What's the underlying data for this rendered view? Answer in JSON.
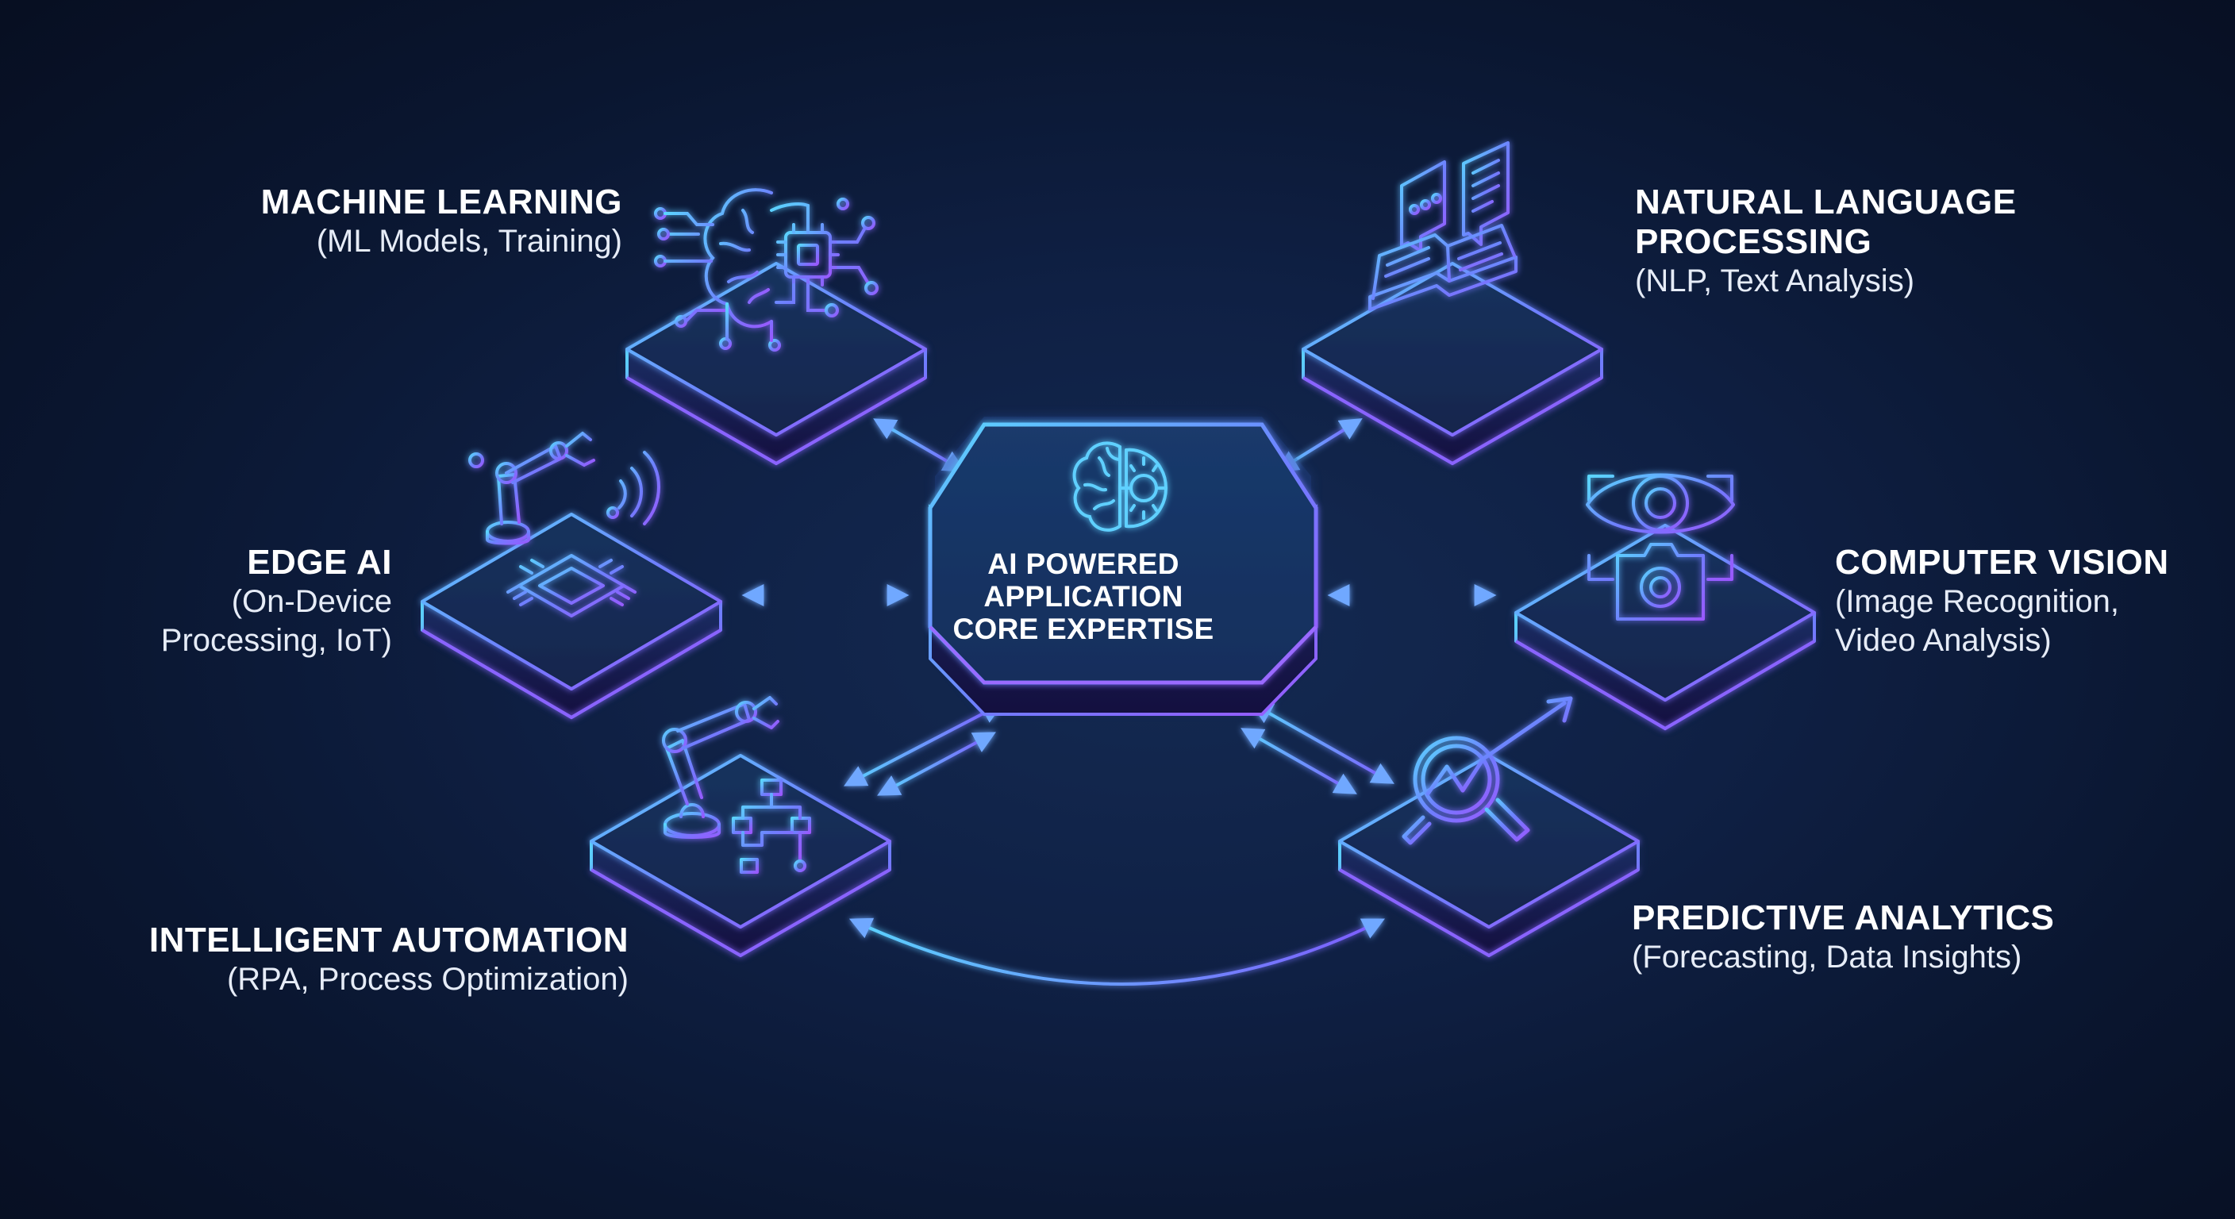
{
  "center": {
    "lines": [
      "AI POWERED",
      "APPLICATION",
      "CORE EXPERTISE"
    ],
    "icon": "brain-gear-icon"
  },
  "nodes": [
    {
      "id": "machine-learning",
      "title": "MACHINE LEARNING",
      "subtitle": [
        "(ML Models, Training)"
      ],
      "icon": "brain-chip-icon"
    },
    {
      "id": "nlp",
      "title": "NATURAL LANGUAGE",
      "title2": "PROCESSING",
      "subtitle": [
        "(NLP, Text Analysis)"
      ],
      "icon": "book-chat-icon"
    },
    {
      "id": "edge-ai",
      "title": "EDGE AI",
      "subtitle": [
        "(On-Device",
        "Processing, IoT)"
      ],
      "icon": "robot-arm-chip-icon"
    },
    {
      "id": "computer-vision",
      "title": "COMPUTER VISION",
      "subtitle": [
        "(Image Recognition,",
        "Video Analysis)"
      ],
      "icon": "eye-camera-icon"
    },
    {
      "id": "intelligent-automation",
      "title": "INTELLIGENT AUTOMATION",
      "subtitle": [
        "(RPA, Process Optimization)"
      ],
      "icon": "robot-arm-flowchart-icon"
    },
    {
      "id": "predictive-analytics",
      "title": "PREDICTIVE ANALYTICS",
      "subtitle": [
        "(Forecasting, Data Insights)"
      ],
      "icon": "magnifier-trend-icon"
    }
  ],
  "colors": {
    "background": "#0b1a38",
    "cyan": "#4fc3f7",
    "violet": "#7b5cff",
    "glow": "#5aa8ff"
  }
}
